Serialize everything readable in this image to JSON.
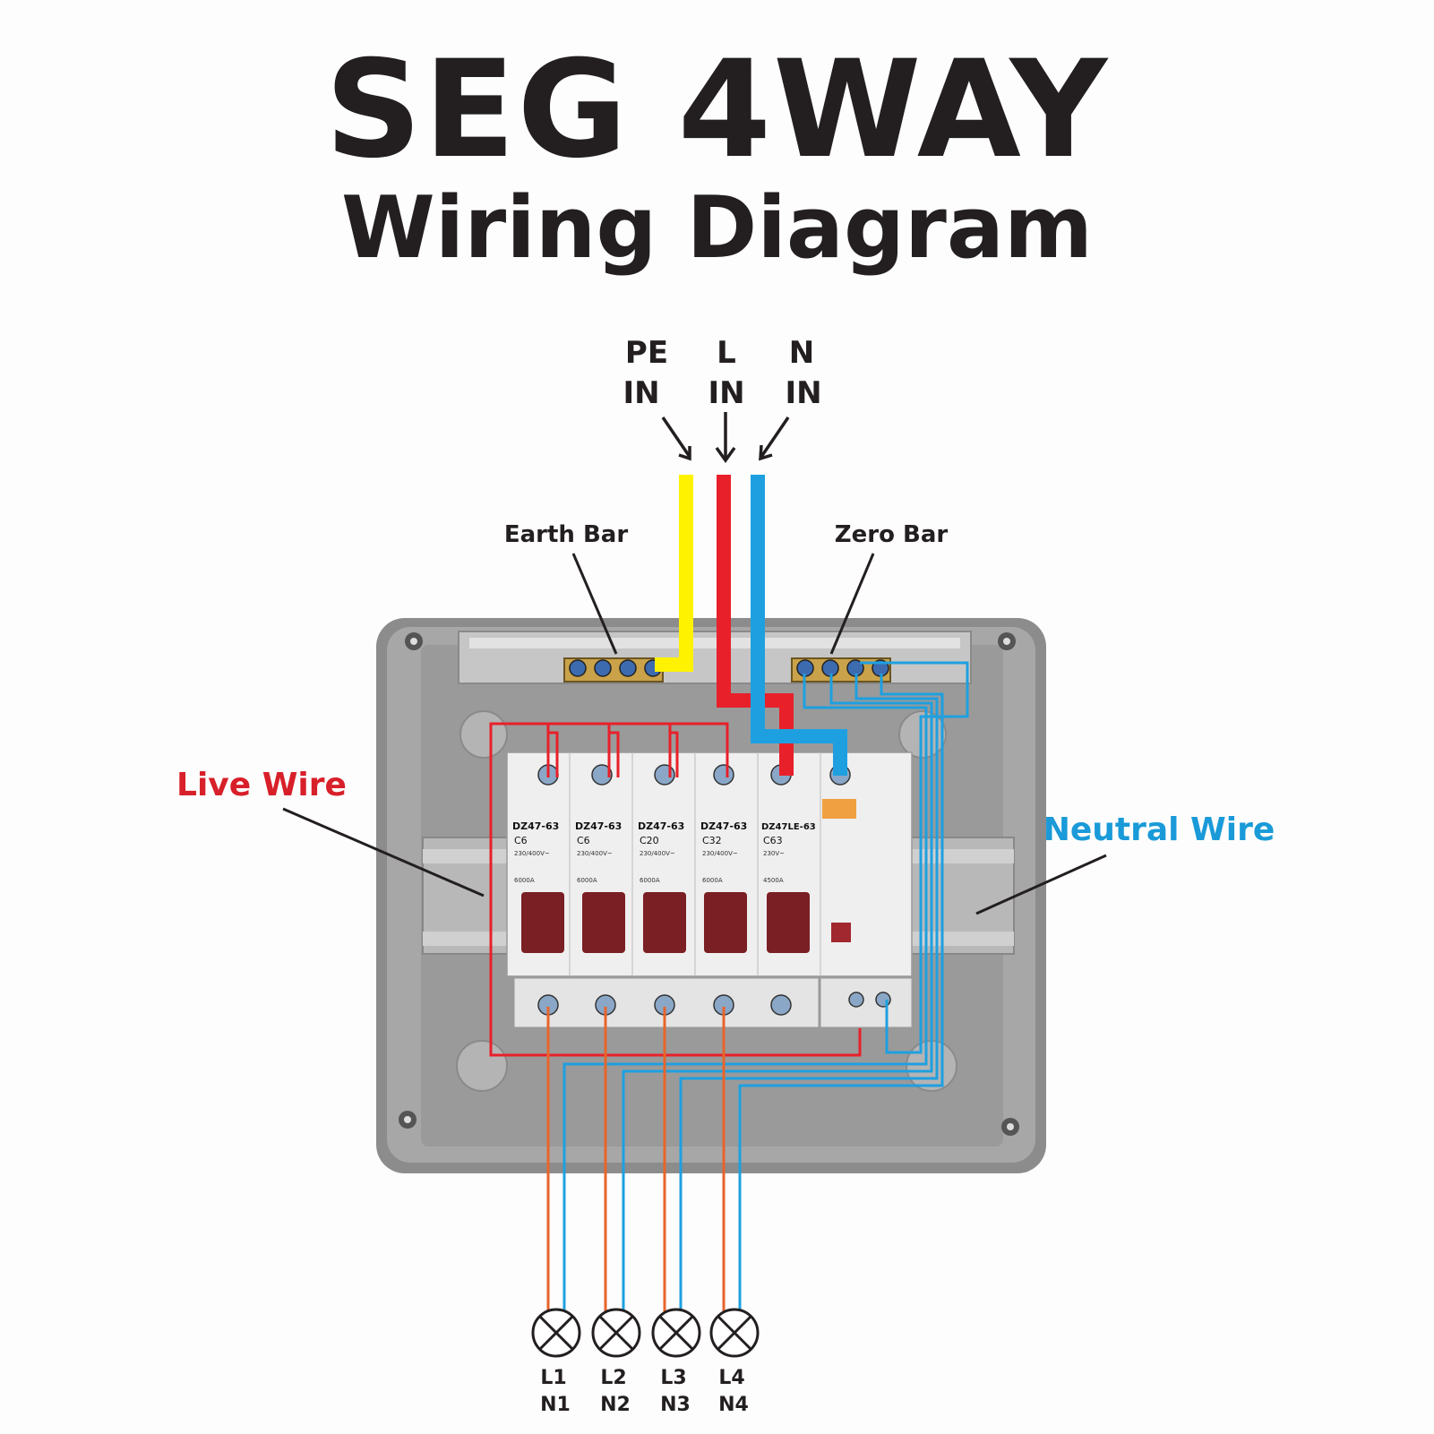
{
  "title": {
    "line1": "SEG 4WAY",
    "line2": "Wiring Diagram"
  },
  "inputs": [
    {
      "top": "PE",
      "bottom": "IN"
    },
    {
      "top": "L",
      "bottom": "IN"
    },
    {
      "top": "N",
      "bottom": "IN"
    }
  ],
  "labels": {
    "earth_bar": "Earth Bar",
    "zero_bar": "Zero Bar",
    "live_wire": "Live Wire",
    "neutral_wire": "Neutral Wire"
  },
  "breakers": [
    {
      "brand": "DZ47-63",
      "rating": "C6",
      "spec": "230/400V~",
      "breaking": "6000A"
    },
    {
      "brand": "DZ47-63",
      "rating": "C6",
      "spec": "230/400V~",
      "breaking": "6000A"
    },
    {
      "brand": "DZ47-63",
      "rating": "C20",
      "spec": "230/400V~",
      "breaking": "6000A"
    },
    {
      "brand": "DZ47-63",
      "rating": "C32",
      "spec": "230/400V~",
      "breaking": "6000A"
    },
    {
      "brand": "DZ47LE-63",
      "rating": "C63",
      "spec": "230V~",
      "breaking": "4500A"
    }
  ],
  "loads": [
    {
      "l": "L1",
      "n": "N1"
    },
    {
      "l": "L2",
      "n": "N2"
    },
    {
      "l": "L3",
      "n": "N3"
    },
    {
      "l": "L4",
      "n": "N4"
    }
  ],
  "colors": {
    "earth": "#fff200",
    "live": "#e8202a",
    "neutral": "#1ea0e0",
    "load_live": "#e8642a",
    "label_red": "#d8202a",
    "label_blue": "#1a9ad8",
    "text": "#231f20"
  }
}
